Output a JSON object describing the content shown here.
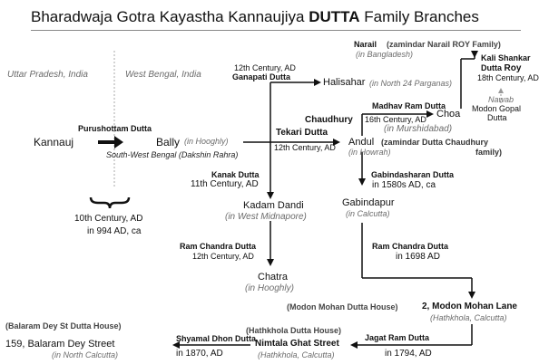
{
  "title": {
    "part1": "Bharadwaja Gotra Kayastha Kannaujiya ",
    "bold": "DUTTA",
    "part2": " Family Branches"
  },
  "regions": {
    "left": "Uttar Pradesh, India",
    "right": "West Bengal, India"
  },
  "nodes": {
    "kannauj": "Kannauj",
    "purushottam": "Purushottam Dutta",
    "bally": "Bally",
    "bally_sub": "(in Hooghly)",
    "sw_bengal": "South-West Bengal (Dakshin Rahra)",
    "century10": "10th Century, AD",
    "year994": "in 994 AD, ca",
    "ganapati_cent": "12th Century, AD",
    "ganapati": "Ganapati Dutta",
    "halisahar": "Halisahar",
    "halisahar_sub": "(in North 24 Parganas)",
    "narail": "Narail",
    "narail_fam": "(zamindar Narail ROY Family)",
    "narail_sub": "(in Bangladesh)",
    "kali1": "Kali Shankar",
    "kali2": "Dutta",
    "kali3": "Roy",
    "kali_cent": "18th Century, AD",
    "nawab": "Nawab",
    "modon_gopal": "Modon Gopal",
    "modon_gopal2": "Dutta",
    "madhav": "Madhav Ram Dutta",
    "chaudhury": "Chaudhury",
    "madhav_cent": "16th Century, AD",
    "choa": "Choa",
    "choa_sub": "(in Murshidabad)",
    "tekari": "Tekari Dutta",
    "tekari_cent": "12th Century, AD",
    "andul": "Andul",
    "andul_fam": "(zamindar Dutta Chaudhury",
    "andul_fam2": "family)",
    "andul_sub": "(in Howrah)",
    "kanak": "Kanak Dutta",
    "kanak_cent": "11th Century, AD",
    "kadam": "Kadam Dandi",
    "kadam_sub": "(in West Midnapore)",
    "gabindasharan": "Gabindasharan Dutta",
    "gab_year": "in 1580s AD, ca",
    "gabindapur": "Gabindapur",
    "gabindapur_sub": "(in Calcutta)",
    "ramchandra1": "Ram Chandra Dutta",
    "ramchandra1_cent": "12th Century, AD",
    "chatra": "Chatra",
    "chatra_sub": "(in Hooghly)",
    "ramchandra2": "Ram Chandra Dutta",
    "ramchandra2_year": "in 1698 AD",
    "modon_house": "(Modon Mohan Dutta House)",
    "modon_lane": "2, Modon Mohan Lane",
    "modon_lane_sub": "(Hathkhola, Calcutta)",
    "balaram_house": "(Balaram Dey St Dutta House)",
    "balaram_st": "159, Balaram Dey Street",
    "balaram_sub": "(in North Calcutta)",
    "shyamal": "Shyamal Dhon Dutta",
    "shyamal_year": "in 1870, AD",
    "hathkhola_house": "(Hathkhola Dutta House)",
    "nimtala": "Nimtala Ghat Street",
    "nimtala_sub": "(Hathkhola, Calcutta)",
    "jagat": "Jagat Ram Dutta",
    "jagat_year": "in 1794, AD"
  },
  "colors": {
    "line": "#111111",
    "muted": "#6b6b6b",
    "dashed": "#999999"
  }
}
